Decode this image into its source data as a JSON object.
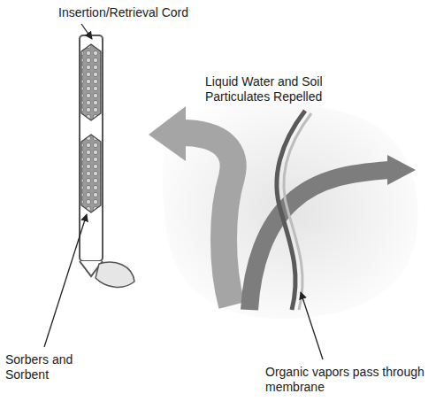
{
  "diagram": {
    "labels": [
      "Insertion/Retrieval Cord",
      "Liquid Water and Soil Particulates Repelled",
      "Sorbers and Sorbent",
      "Organic vapors pass through membrane"
    ]
  }
}
